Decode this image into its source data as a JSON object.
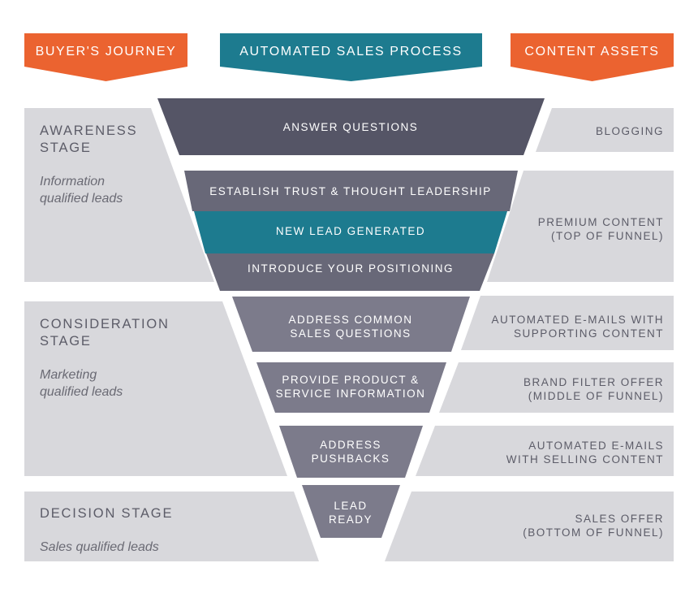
{
  "colors": {
    "orange": "#eb6330",
    "teal": "#1d7b8f",
    "dark": "#555566",
    "slate": "#686878",
    "slate_light": "#7c7b8b",
    "panel": "#d8d8dc",
    "stage_text": "#5c5c68"
  },
  "headers": {
    "buyers_journey": "BUYER'S JOURNEY",
    "automated_sales": "AUTOMATED SALES PROCESS",
    "content_assets": "CONTENT ASSETS"
  },
  "stages": [
    {
      "title": "AWARENESS\nSTAGE",
      "subtitle": "Information\nqualified leads"
    },
    {
      "title": "CONSIDERATION\nSTAGE",
      "subtitle": "Marketing\nqualified leads"
    },
    {
      "title": "DECISION STAGE",
      "subtitle": "Sales qualified leads"
    }
  ],
  "funnel": [
    "ANSWER QUESTIONS",
    "ESTABLISH TRUST & THOUGHT LEADERSHIP",
    "NEW LEAD GENERATED",
    "INTRODUCE YOUR POSITIONING",
    "ADDRESS COMMON\nSALES QUESTIONS",
    "PROVIDE PRODUCT &\nSERVICE INFORMATION",
    "ADDRESS\nPUSHBACKS",
    "LEAD\nREADY"
  ],
  "assets": [
    "BLOGGING",
    "PREMIUM CONTENT\n(TOP OF FUNNEL)",
    "AUTOMATED E-MAILS WITH\nSUPPORTING CONTENT",
    "BRAND FILTER OFFER\n(MIDDLE OF FUNNEL)",
    "AUTOMATED E-MAILS\nWITH SELLING CONTENT",
    "SALES OFFER\n(BOTTOM OF FUNNEL)"
  ]
}
